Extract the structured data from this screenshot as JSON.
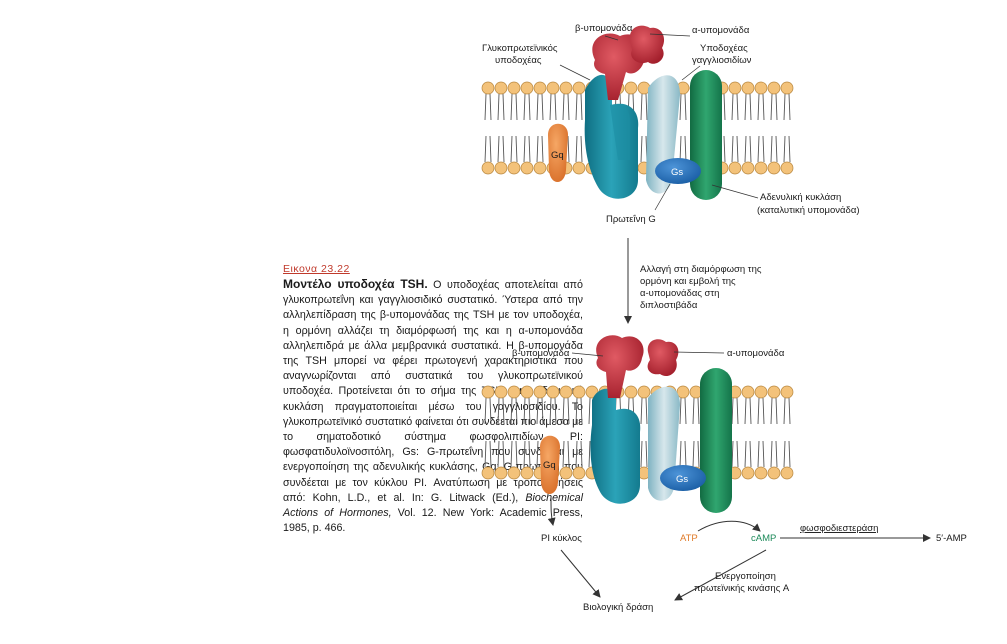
{
  "caption": {
    "figure_label": "Εικονα 23.22",
    "title": "Μοντέλο υποδοχέα TSH.",
    "body": " Ο υποδοχέας αποτελείται από γλυκοπρωτεΐνη και γαγγλιοσιδικό συστατικό. Ύστερα από την αλληλεπίδραση της β-υπομονάδας της TSH με τον υποδοχέα, η ορμόνη αλλάζει τη διαμόρφωσή της και η α-υπομονάδα αλληλεπιδρά με άλλα μεμβρανικά συστατικά. Η β-υπομονάδα της TSH μπορεί να φέρει πρωτογενή χαρακτηριστικά που αναγνωρίζονται από συστατικά του γλυκοπρωτεϊνικού υποδοχέα. Προτείνεται ότι το σήμα της TSH στην αδενυλική κυκλάση πραγματοποιείται μέσω του γαγγλιοσιδίου. Το γλυκοπρωτεϊνικό συστατικό φαίνεται ότι συνδέεται πιο άμεσα με το σηματοδοτικό σύστημα φωσφολιπιδίων. PI: φωσφατιδυλοϊνοσιτόλη, Gs: G-πρωτεΐνη που συνδέεται με ενεργοποίηση της αδενυλικής κυκλάσης, Gq: G-πρωτεΐνη που συνδέεται με τον κύκλου PI. Ανατύπωση με τροποποιήσεις από: Kohn, L.D., et al. In: G. Litwack (Ed.), ",
    "book_title": "Biochemical Actions of Hormones,",
    "tail": " Vol. 12. New York: Academic Press, 1985, p. 466."
  },
  "top_panel": {
    "beta_subunit": "β-υπομονάδα",
    "alpha_subunit": "α-υπομονάδα",
    "glyco_receptor_line1": "Γλυκοπρωτεϊνικός",
    "glyco_receptor_line2": "υποδοχέας",
    "ganglio_receptor_line1": "Υποδοχέας",
    "ganglio_receptor_line2": "γαγγλιοσιδίων",
    "gq": "Gq",
    "gs": "Gs",
    "g_protein": "Πρωτεΐνη G",
    "adenylyl_line1": "Αδενυλική κυκλάση",
    "adenylyl_line2": "(καταλυτική υπομονάδα)"
  },
  "transition": {
    "line1": "Αλλαγή στη διαμόρφωση της",
    "line2": "ορμόνη και εμβολή της",
    "line3": "α-υπομονάδας στη",
    "line4": "διπλοστιβάδα"
  },
  "bottom_panel": {
    "beta_subunit": "β-υπομονάδα",
    "alpha_subunit": "α-υπομονάδα",
    "gq": "Gq",
    "gs": "Gs",
    "pi_cycle": "PI κύκλος",
    "atp": "ATP",
    "camp": "cAMP",
    "phosphodiesterase": "φωσφοδιεστεράση",
    "amp": "5′-AMP",
    "pka_line1": "Ενεργοποίηση",
    "pka_line2": "πρωτεϊνικής κινάσης A",
    "bio_action": "Βιολογική δράση"
  },
  "colors": {
    "lipid_head": "#f3c27a",
    "glyco_receptor": "#1f8ea3",
    "ganglio_receptor": "#1d8a5a",
    "hormone": "#c0303a",
    "gq": "#ee8a3a",
    "gs": "#1f6fbf",
    "atp_text": "#e07b2a",
    "camp_text": "#1d8a5a"
  }
}
